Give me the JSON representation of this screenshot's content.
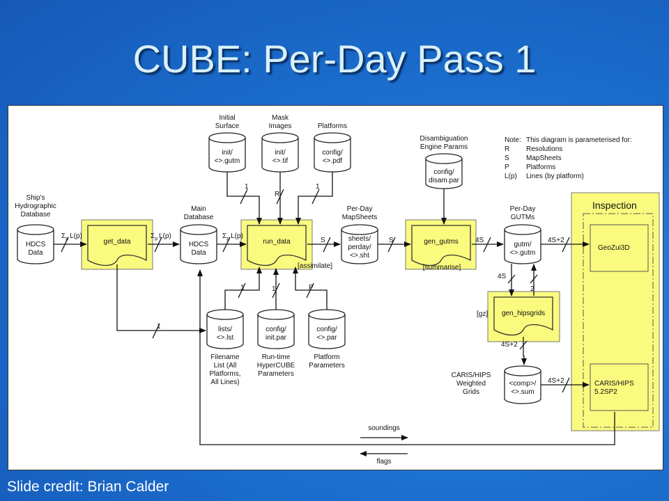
{
  "slide": {
    "title": "CUBE: Per-Day Pass 1",
    "credit": "Slide credit: Brian Calder"
  },
  "colors": {
    "background": "#1f74d4",
    "title_text": "#d8f0f8",
    "highlight": "#fafa7f",
    "process_label": "#7a7a2a"
  },
  "diagram": {
    "stores": {
      "hdcs_ship": {
        "caption": [
          "Ship's",
          "Hydrographic",
          "Database"
        ],
        "label": [
          "HDCS",
          "Data"
        ]
      },
      "hdcs_main": {
        "caption": [
          "Main",
          "Database"
        ],
        "label": [
          "HDCS",
          "Data"
        ]
      },
      "init_surface": {
        "caption": [
          "Initial",
          "Surface"
        ],
        "label": [
          "init/",
          "<>.gutm"
        ]
      },
      "mask_images": {
        "caption": [
          "Mask",
          "Images"
        ],
        "label": [
          "init/",
          "<>.tif"
        ]
      },
      "platforms": {
        "caption": [
          "Platforms"
        ],
        "label": [
          "config/",
          "<>.pdf"
        ]
      },
      "mapsheets": {
        "caption": [
          "Per-Day",
          "MapSheets"
        ],
        "label": [
          "sheets/",
          "perday/",
          "<>.sht"
        ]
      },
      "disam": {
        "caption": [
          "Disambiguation",
          "Engine Params"
        ],
        "label": [
          "config/",
          "disam.par"
        ]
      },
      "gutms": {
        "caption": [
          "Per-Day",
          "GUTMs"
        ],
        "label": [
          "gutm/",
          "<>.gutm"
        ]
      },
      "lists": {
        "caption": [
          "Filename",
          "List (All",
          "Platforms,",
          "All Lines)"
        ],
        "label": [
          "lists/",
          "<>.lst"
        ]
      },
      "init_par": {
        "caption": [
          "Run-time",
          "HyperCUBE",
          "Parameters"
        ],
        "label": [
          "config/",
          "init.par"
        ]
      },
      "platform_par": {
        "caption": [
          "Platform",
          "Parameters"
        ],
        "label": [
          "config/",
          "<>.par"
        ]
      },
      "weighted": {
        "caption": [
          "CARIS/HIPS",
          "Weighted",
          "Grids"
        ],
        "label": [
          "<comp>/",
          "<>.sum"
        ]
      }
    },
    "processes": {
      "get_data": "get_data",
      "run_data": "run_data",
      "run_data_sub": "[assimilate]",
      "gen_gutms": "gen_gutms",
      "gen_gutms_sub": "[summarise]",
      "gen_hipsgrids": "gen_hipsgrids",
      "gen_hipsgrids_side": "[gz]"
    },
    "inspection": {
      "title": "Inspection",
      "geozui": "GeoZui3D",
      "caris": [
        "CARIS/HIPS",
        "5.2SP2"
      ]
    },
    "note": {
      "header_key": "Note:",
      "header_text": "This diagram is parameterised for:",
      "rows": [
        {
          "key": "R",
          "text": "Resolutions"
        },
        {
          "key": "S",
          "text": "MapSheets"
        },
        {
          "key": "P",
          "text": "Platforms"
        },
        {
          "key": "L(p)",
          "text": "Lines (by platform)"
        }
      ]
    },
    "multiplicities": {
      "ship_to_get": "L(p)",
      "get_to_main": "L(p)",
      "main_to_run": "L(p)",
      "sigma": "Σ",
      "sigma_sub": "p",
      "init_surface": "1",
      "mask": "R",
      "platforms": "1",
      "run_to_sheets": "S",
      "sheets_to_gen": "S",
      "gen_to_gutm": "4S",
      "gutm_to_geozui": "4S+2",
      "gutm_to_hips": "4S",
      "hips_back": "2",
      "hips_out": "4S+2",
      "sum_to_caris": "4S+2",
      "lists": "1",
      "init_par": "1",
      "platform_par": "P",
      "lists_in": "1"
    },
    "bottom": {
      "soundings": "soundings",
      "flags": "flags"
    }
  }
}
